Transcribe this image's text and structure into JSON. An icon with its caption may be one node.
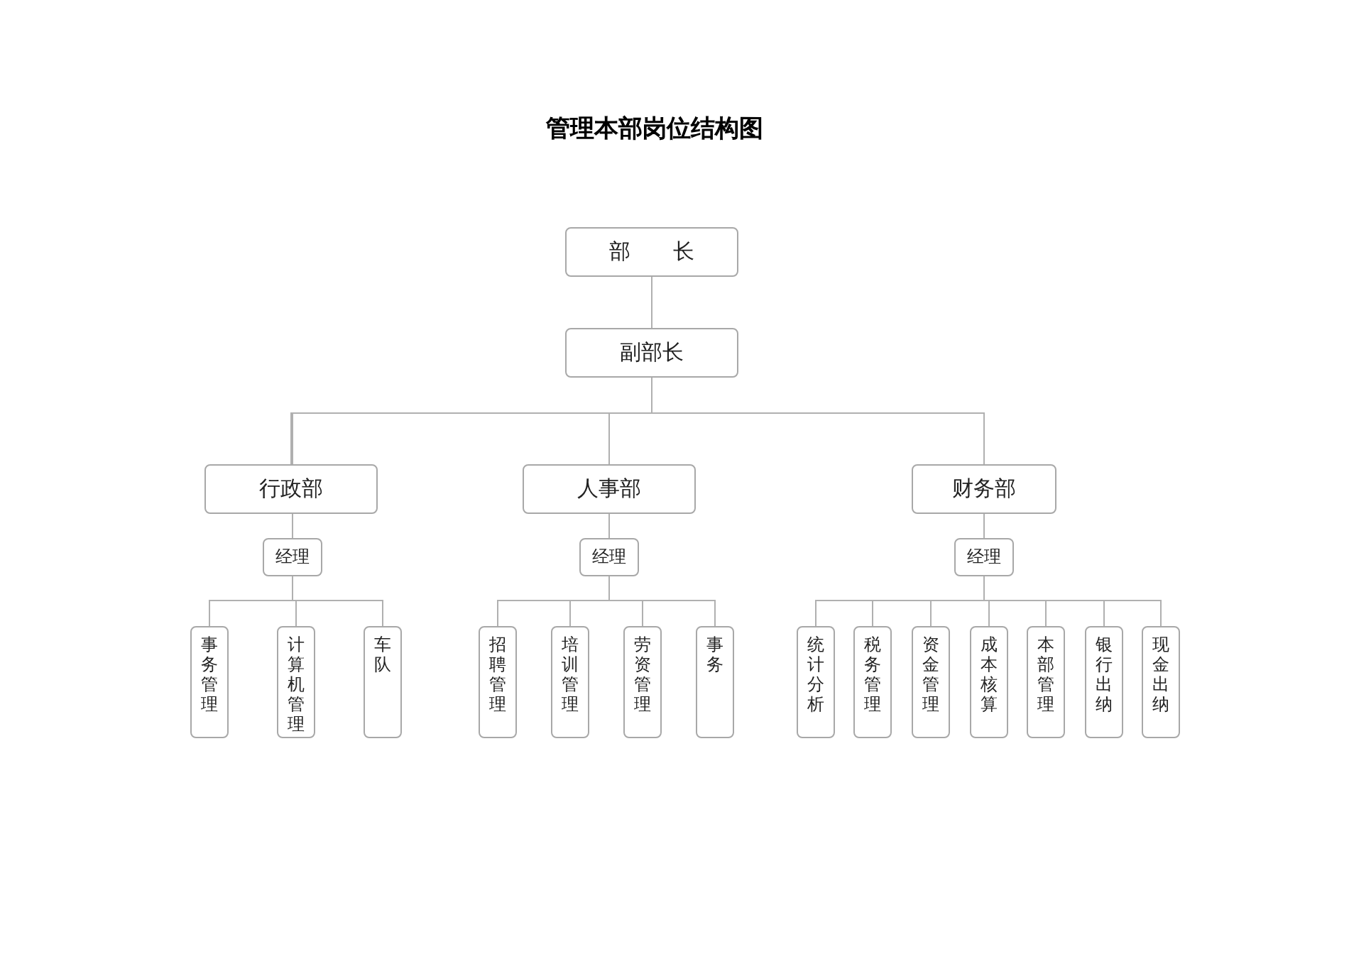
{
  "diagram": {
    "title": "管理本部岗位结构图",
    "nodes": [
      {
        "text": [
          "部　　长"
        ]
      },
      {
        "text": [
          "副部长"
        ]
      },
      {
        "text": [
          "行政部"
        ]
      },
      {
        "text": [
          "人事部"
        ]
      },
      {
        "text": [
          "财务部"
        ]
      },
      {
        "text": [
          "经理"
        ]
      },
      {
        "text": [
          "经理"
        ]
      },
      {
        "text": [
          "经理"
        ]
      },
      {
        "text": [
          "事务管理"
        ]
      },
      {
        "text": [
          "计算机管理"
        ]
      },
      {
        "text": [
          "车队"
        ]
      },
      {
        "text": [
          "招聘管理"
        ]
      },
      {
        "text": [
          "培训管理"
        ]
      },
      {
        "text": [
          "劳资管理"
        ]
      },
      {
        "text": [
          "事务"
        ]
      },
      {
        "text": [
          "统计分析"
        ]
      },
      {
        "text": [
          "税务管理"
        ]
      },
      {
        "text": [
          "资金管理"
        ]
      },
      {
        "text": [
          "成本核算"
        ]
      },
      {
        "text": [
          "本部管理"
        ]
      },
      {
        "text": [
          "银行出纳"
        ]
      },
      {
        "text": [
          "现金出纳"
        ]
      }
    ],
    "edges": [
      {
        "from": 0,
        "to": 1,
        "arrow": "none"
      },
      {
        "from": 1,
        "to": 2,
        "arrow": "none"
      },
      {
        "from": 1,
        "to": 3,
        "arrow": "none"
      },
      {
        "from": 1,
        "to": 4,
        "arrow": "none"
      },
      {
        "from": 2,
        "to": 5,
        "arrow": "none"
      },
      {
        "from": 3,
        "to": 6,
        "arrow": "none"
      },
      {
        "from": 4,
        "to": 7,
        "arrow": "none"
      },
      {
        "from": 5,
        "to": 8,
        "arrow": "none"
      },
      {
        "from": 5,
        "to": 9,
        "arrow": "none"
      },
      {
        "from": 5,
        "to": 10,
        "arrow": "none"
      },
      {
        "from": 6,
        "to": 11,
        "arrow": "none"
      },
      {
        "from": 6,
        "to": 12,
        "arrow": "none"
      },
      {
        "from": 6,
        "to": 13,
        "arrow": "none"
      },
      {
        "from": 6,
        "to": 14,
        "arrow": "none"
      },
      {
        "from": 7,
        "to": 15,
        "arrow": "none"
      },
      {
        "from": 7,
        "to": 16,
        "arrow": "none"
      },
      {
        "from": 7,
        "to": 17,
        "arrow": "none"
      },
      {
        "from": 7,
        "to": 18,
        "arrow": "none"
      },
      {
        "from": 7,
        "to": 19,
        "arrow": "none"
      },
      {
        "from": 7,
        "to": 20,
        "arrow": "none"
      },
      {
        "from": 7,
        "to": 21,
        "arrow": "none"
      }
    ]
  }
}
